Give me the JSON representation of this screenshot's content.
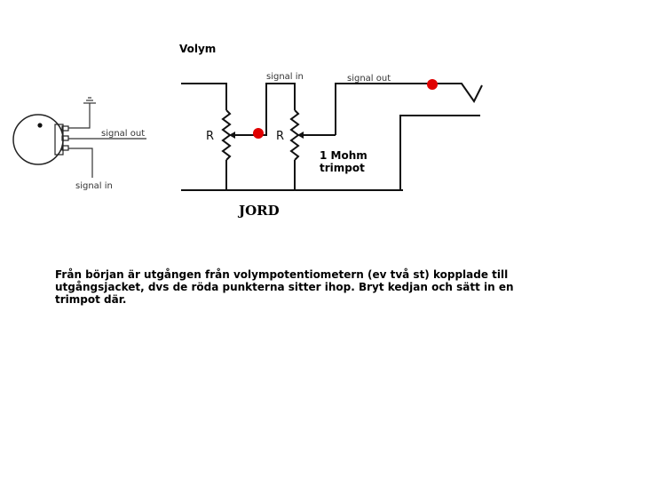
{
  "title": "Volym",
  "labels": {
    "signal_in_left": "signal in",
    "signal_out_left": "signal out",
    "signal_in_mid": "signal in",
    "signal_out_right": "signal out",
    "resistor_1": "R",
    "resistor_2": "R",
    "trimpot_line1": "1 Mohm",
    "trimpot_line2": "trimpot",
    "ground": "JORD"
  },
  "caption": "Från början är utgången från volympotentiometern (ev två st) kopplade till utgångsjacket, dvs de röda punkterna sitter ihop. Bryt kedjan och sätt in en trimpot där.",
  "colors": {
    "marker": "#e00000",
    "wire": "#111111",
    "background": "#ffffff"
  }
}
